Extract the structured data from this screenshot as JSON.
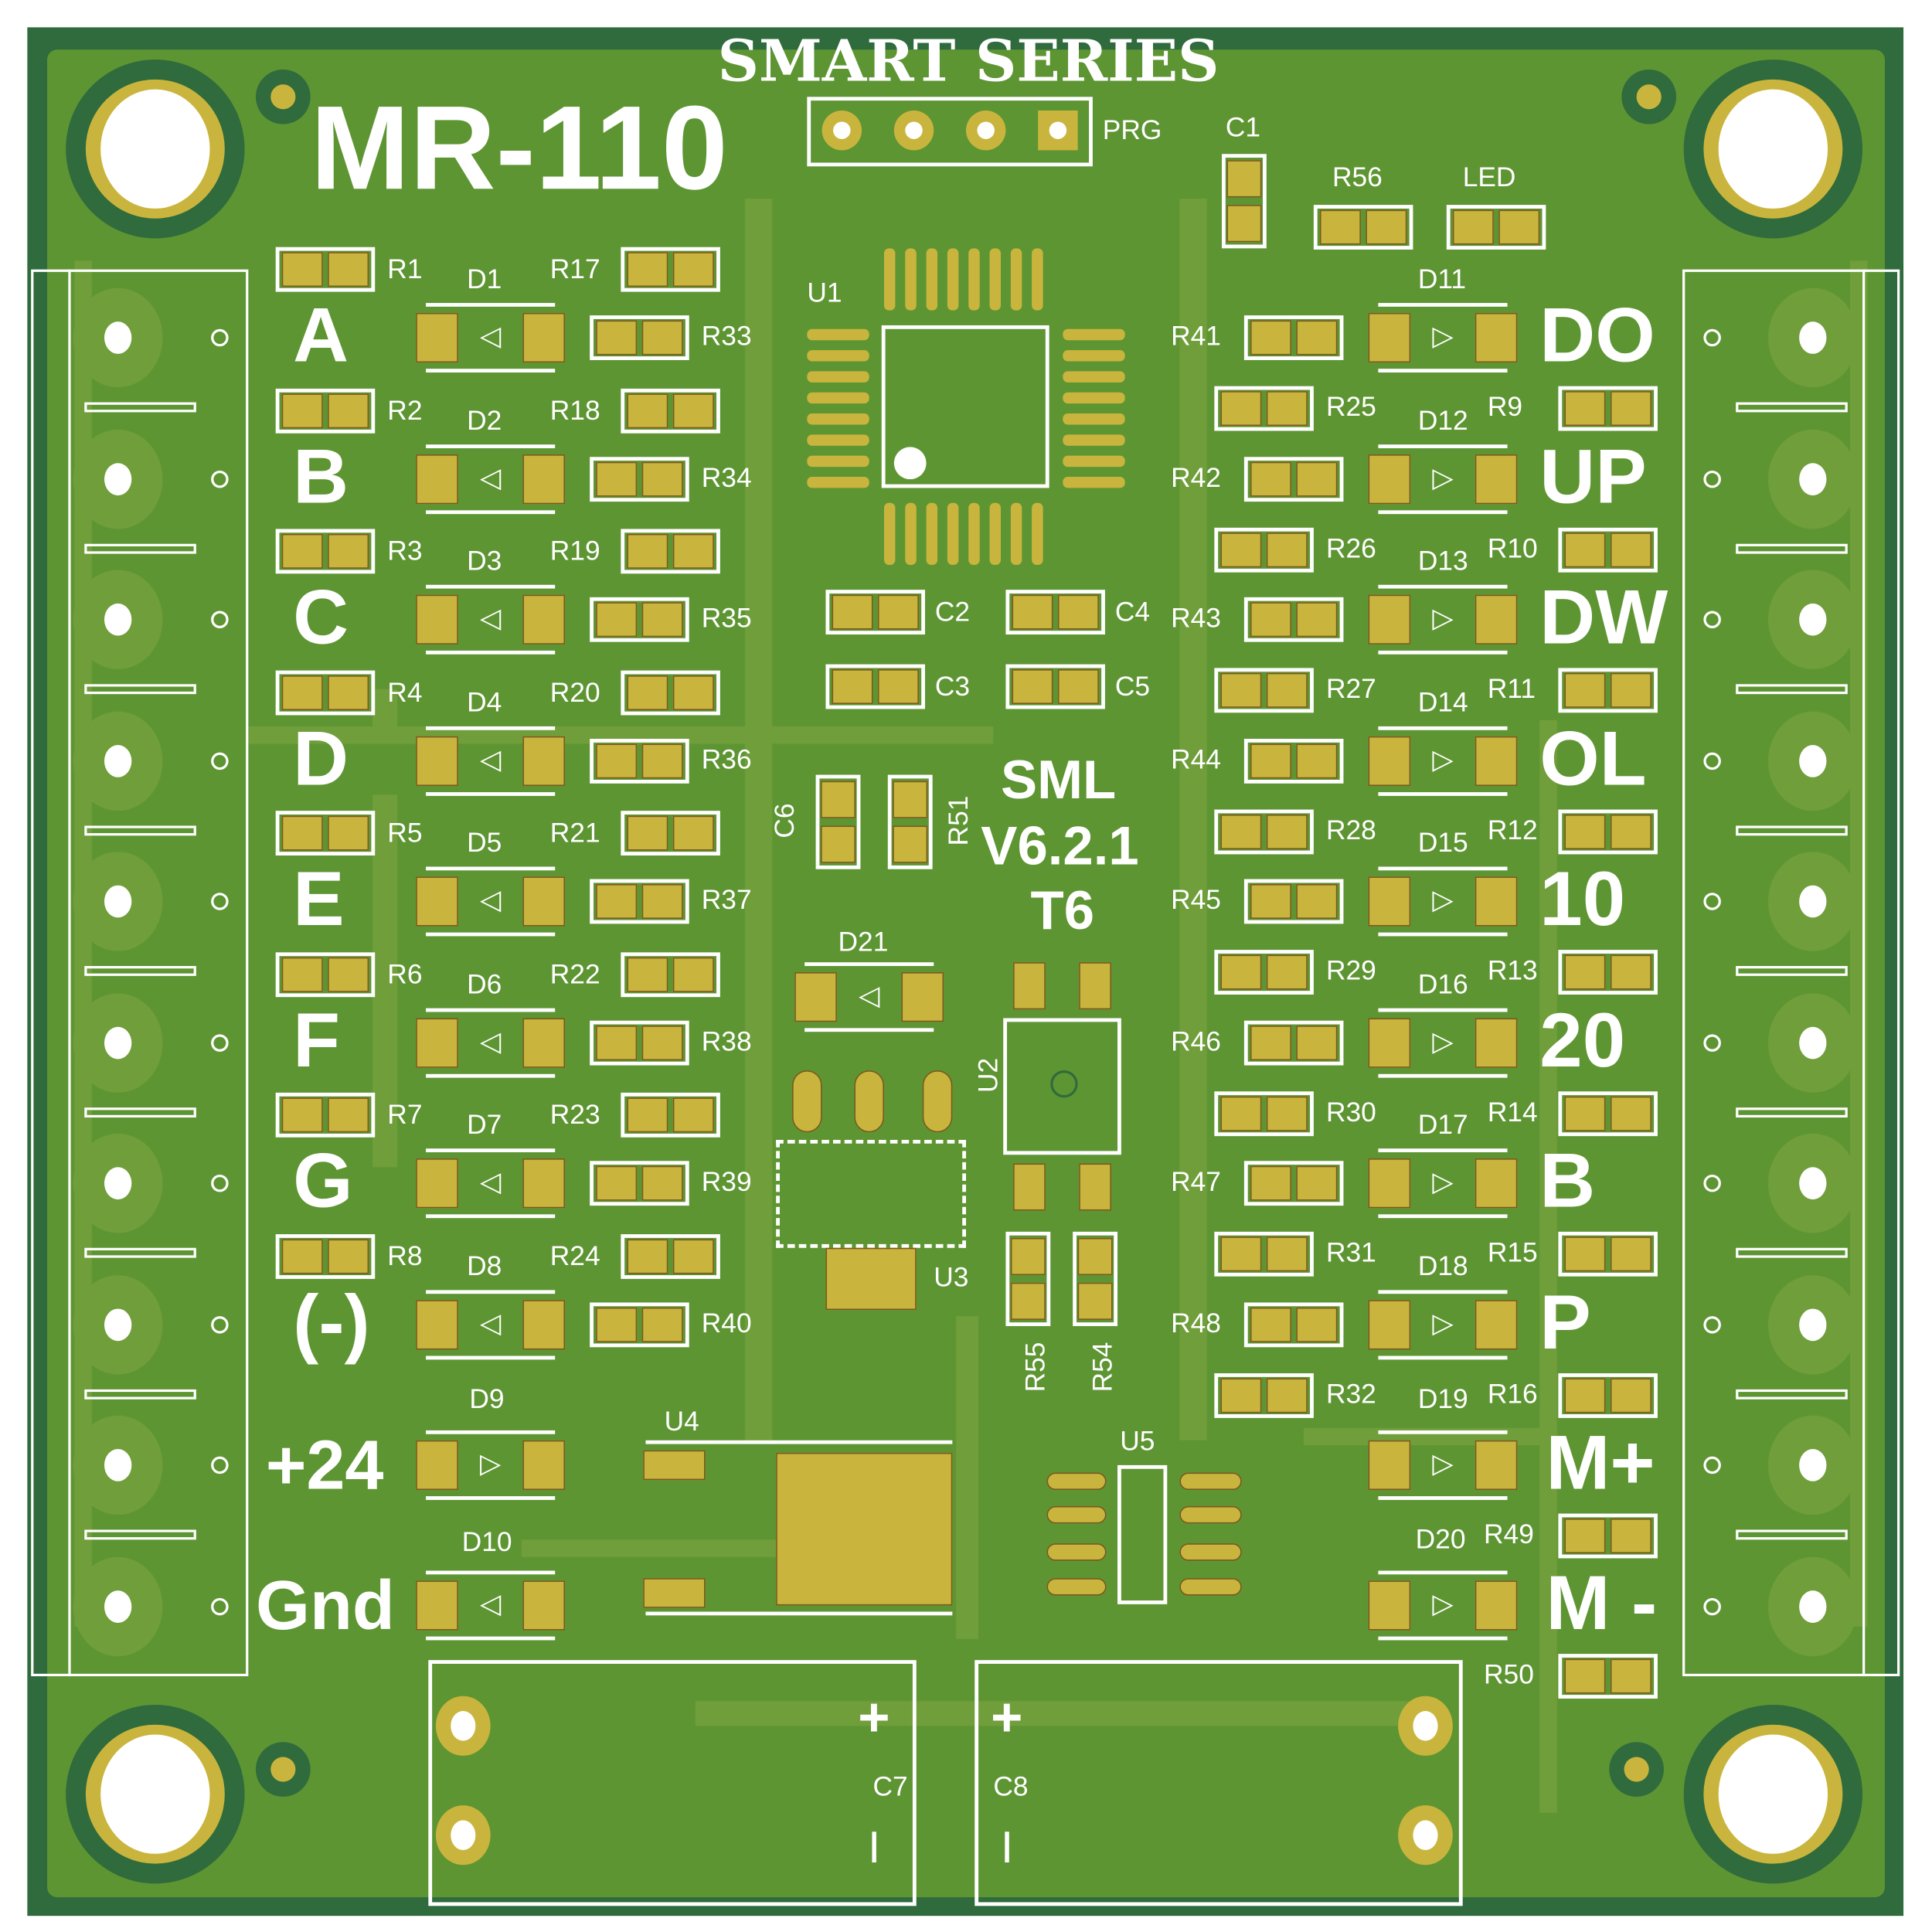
{
  "board": {
    "title": "MR-110",
    "series": "SMART SERIES",
    "header_label": "PRG",
    "version_lines": [
      "SML",
      "V6.2.1",
      "T6"
    ],
    "colors": {
      "board_dark": "#2f6b3c",
      "board_fill": "#5e9533",
      "pad": "#c9b53d",
      "silk": "#ffffff"
    }
  },
  "left_inputs": [
    {
      "label": "A",
      "r_outer": "R1",
      "diode": "D1",
      "r_mid": "R17",
      "r_right": "R33"
    },
    {
      "label": "B",
      "r_outer": "R2",
      "diode": "D2",
      "r_mid": "R18",
      "r_right": "R34"
    },
    {
      "label": "C",
      "r_outer": "R3",
      "diode": "D3",
      "r_mid": "R19",
      "r_right": "R35"
    },
    {
      "label": "D",
      "r_outer": "R4",
      "diode": "D4",
      "r_mid": "R20",
      "r_right": "R36"
    },
    {
      "label": "E",
      "r_outer": "R5",
      "diode": "D5",
      "r_mid": "R21",
      "r_right": "R37"
    },
    {
      "label": "F",
      "r_outer": "R6",
      "diode": "D6",
      "r_mid": "R22",
      "r_right": "R38"
    },
    {
      "label": "G",
      "r_outer": "R7",
      "diode": "D7",
      "r_mid": "R23",
      "r_right": "R39"
    },
    {
      "label": "(-)",
      "r_outer": "R8",
      "diode": "D8",
      "r_mid": "R24",
      "r_right": "R40"
    }
  ],
  "power": [
    {
      "label": "+24",
      "diode": "D9"
    },
    {
      "label": "Gnd",
      "diode": "D10"
    }
  ],
  "right_outputs": [
    {
      "label": "DO",
      "r_left": "R41",
      "diode": "D11",
      "r_mid": "R25",
      "r_outer": "R9"
    },
    {
      "label": "UP",
      "r_left": "R42",
      "diode": "D12",
      "r_mid": "R26",
      "r_outer": "R10"
    },
    {
      "label": "DW",
      "r_left": "R43",
      "diode": "D13",
      "r_mid": "R27",
      "r_outer": "R11"
    },
    {
      "label": "OL",
      "r_left": "R44",
      "diode": "D14",
      "r_mid": "R28",
      "r_outer": "R12"
    },
    {
      "label": "10",
      "r_left": "R45",
      "diode": "D15",
      "r_mid": "R29",
      "r_outer": "R13"
    },
    {
      "label": "20",
      "r_left": "R46",
      "diode": "D16",
      "r_mid": "R30",
      "r_outer": "R14"
    },
    {
      "label": "B",
      "r_left": "R47",
      "diode": "D17",
      "r_mid": "R31",
      "r_outer": "R15"
    },
    {
      "label": "P",
      "r_left": "R48",
      "diode": "D18",
      "r_mid": "R32",
      "r_outer": "R16"
    }
  ],
  "motor": [
    {
      "label": "M+",
      "diode": "D19",
      "resistor": "R49"
    },
    {
      "label": "M -",
      "diode": "D20",
      "resistor": "R50"
    }
  ],
  "center": {
    "u1": "U1",
    "c1": "C1",
    "r56": "R56",
    "led": "LED",
    "c2": "C2",
    "c3": "C3",
    "c4": "C4",
    "c5": "C5",
    "c6": "C6",
    "r51": "R51",
    "d21": "D21",
    "u2": "U2",
    "u3": "U3",
    "u4": "U4",
    "u5": "U5",
    "r55": "R55",
    "r54": "R54"
  },
  "capacitors": [
    {
      "label": "C7",
      "plus": "+",
      "minus": "I"
    },
    {
      "label": "C8",
      "plus": "+",
      "minus": "I"
    }
  ]
}
